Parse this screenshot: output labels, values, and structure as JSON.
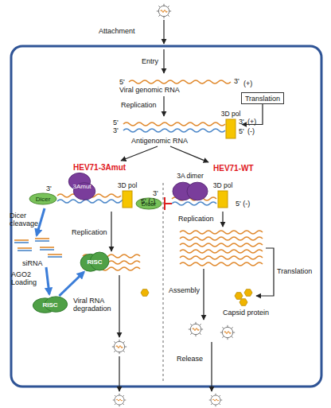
{
  "diagram": {
    "nodes": [
      {
        "text": [
          "Translation"
        ]
      },
      {
        "text": [
          "3D pol"
        ]
      },
      {
        "text": [
          "3Amut"
        ]
      },
      {
        "text": [
          "Dicer"
        ]
      },
      {
        "text": [
          "3D pol"
        ]
      },
      {
        "text": [
          "RISC"
        ]
      },
      {
        "text": [
          "RISC"
        ]
      },
      {
        "text": [
          "3A dimer"
        ]
      },
      {
        "text": [
          "Dicer"
        ]
      },
      {
        "text": [
          "3D pol"
        ]
      }
    ],
    "edges": [
      {
        "from": 0,
        "to": 1,
        "arrow": "to"
      },
      {
        "from": 6,
        "to": 5,
        "arrow": "to"
      }
    ],
    "labels": [
      "Attachment",
      "Entry",
      "5'",
      "3'",
      "(+)",
      "Viral genomic RNA",
      "Replication",
      "5'",
      "3'",
      "(+)",
      "3'",
      "5'",
      "(-)",
      "Antigenomic RNA",
      "HEV71-3Amut",
      "HEV71-WT",
      "3'",
      "5' (-)",
      "Dicer cleavage",
      "siRNA",
      "AGO2 Loading",
      "Replication",
      "Viral RNA degradation",
      "3'",
      "5' (-)",
      "Replication",
      "Translation",
      "Assembly",
      "Capsid protein",
      "Release"
    ]
  }
}
